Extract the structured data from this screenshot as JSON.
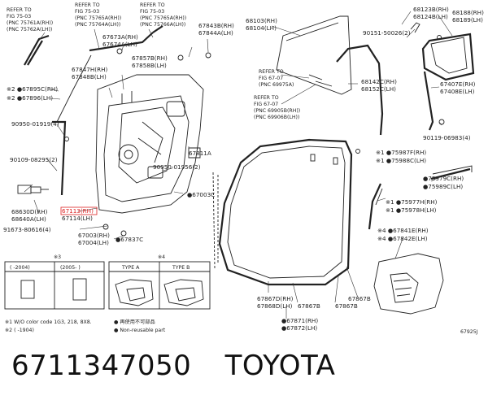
{
  "caption": {
    "part_number": "6711347050",
    "brand": "TOYOTA"
  },
  "diagram_code": "67925J",
  "refs": {
    "ref1": [
      "REFER TO",
      "FIG 75-03",
      "(PNC 75761A(RH))",
      "(PNC 75762A(LH))"
    ],
    "ref2": [
      "REFER TO",
      "FIG 75-03",
      "(PNC 75765A(RH))",
      "(PNC 75764A(LH))"
    ],
    "ref3": [
      "REFER TO",
      "FIG 75-03",
      "(PNC 75765A(RH))",
      "(PNC 75766A(LH))"
    ],
    "ref4": [
      "REFER TO",
      "FIG 67-07",
      "(PNC 69975A)"
    ],
    "ref5": [
      "REFER TO",
      "FIG 67-07",
      "(PNC 69905B(RH))",
      "(PNC 69906B(LH))"
    ]
  },
  "labels": {
    "p67673": [
      "67673A(RH)",
      "67674A(LH)"
    ],
    "p67843": [
      "67843B(RH)",
      "67844A(LH)"
    ],
    "p67857": [
      "67857B(RH)",
      "67858B(LH)"
    ],
    "p67847": [
      "67847H(RH)",
      "67848B(LH)"
    ],
    "p67895": [
      "※2 ●67895C(RH)",
      "※2 ●67896(LH)"
    ],
    "p90950a": "90950-01919(4)",
    "p90109": "90109-08295(2)",
    "p67811": "67811A",
    "p90950b": "90950-01956(2)",
    "p67003c": "●67003C",
    "p68630": [
      "68630D(RH)",
      "68640A(LH)"
    ],
    "p67113": [
      "67113(RH)",
      "67114(LH)"
    ],
    "p91673": "91673-80616(4)",
    "p67003": [
      "67003(RH)",
      "67004(LH)"
    ],
    "p67837": "●67837C",
    "p68103": [
      "68103(RH)",
      "68104(LH)"
    ],
    "p68123": [
      "68123B(RH)",
      "68124B(LH)"
    ],
    "p68188": [
      "68188(RH)",
      "68189(LH)"
    ],
    "p90151": "90151-50026(2)",
    "p68142": [
      "68142C(RH)",
      "68152C(LH)"
    ],
    "p67407": [
      "67407E(RH)",
      "67408E(LH)"
    ],
    "p90119": "90119-06983(4)",
    "p75987": [
      "※1 ●75987F(RH)",
      "※1 ●75988C(LH)"
    ],
    "p75979": [
      "●75979C(RH)",
      "●75989C(LH)"
    ],
    "p75977": [
      "※1 ●75977H(RH)",
      "※1 ●75978H(LH)"
    ],
    "p67841": [
      "※4 ●67841E(RH)",
      "※4 ●67842E(LH)"
    ],
    "p67867d": [
      "67867D(RH)",
      "67868D(LH)"
    ],
    "p67867b1": "67867B",
    "p67867b2": "67867B",
    "p67867b3": "67867B",
    "p67871": [
      "●67871(RH)",
      "●67872(LH)"
    ]
  },
  "legend": {
    "table3_title": "※3",
    "table3_cols": [
      "(    -2004)",
      "(2005-    )"
    ],
    "table4_title": "※4",
    "table4_cols": [
      "TYPE A",
      "TYPE B"
    ],
    "notes": [
      "※1 W/O color code 1G3, 218, 8X8.",
      "※2 (      -1904)"
    ],
    "marks": [
      "● 再使用不可部品",
      "● Non-reusable part"
    ]
  }
}
